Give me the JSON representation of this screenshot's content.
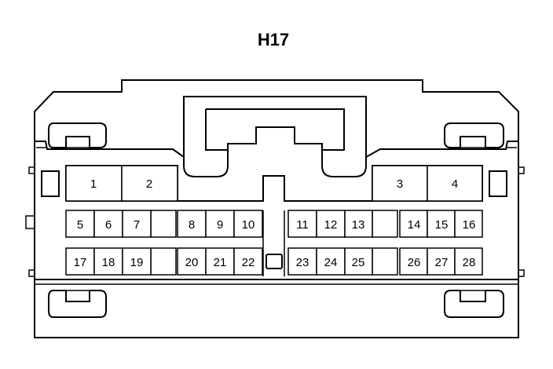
{
  "connector": {
    "id": "H17"
  },
  "pins": [
    {
      "label": "1"
    },
    {
      "label": "2"
    },
    {
      "label": "3"
    },
    {
      "label": "4"
    },
    {
      "label": "5"
    },
    {
      "label": "6"
    },
    {
      "label": "7"
    },
    {
      "label": "8"
    },
    {
      "label": "9"
    },
    {
      "label": "10"
    },
    {
      "label": "11"
    },
    {
      "label": "12"
    },
    {
      "label": "13"
    },
    {
      "label": "14"
    },
    {
      "label": "15"
    },
    {
      "label": "16"
    },
    {
      "label": "17"
    },
    {
      "label": "18"
    },
    {
      "label": "19"
    },
    {
      "label": "20"
    },
    {
      "label": "21"
    },
    {
      "label": "22"
    },
    {
      "label": "23"
    },
    {
      "label": "24"
    },
    {
      "label": "25"
    },
    {
      "label": "26"
    },
    {
      "label": "27"
    },
    {
      "label": "28"
    }
  ]
}
